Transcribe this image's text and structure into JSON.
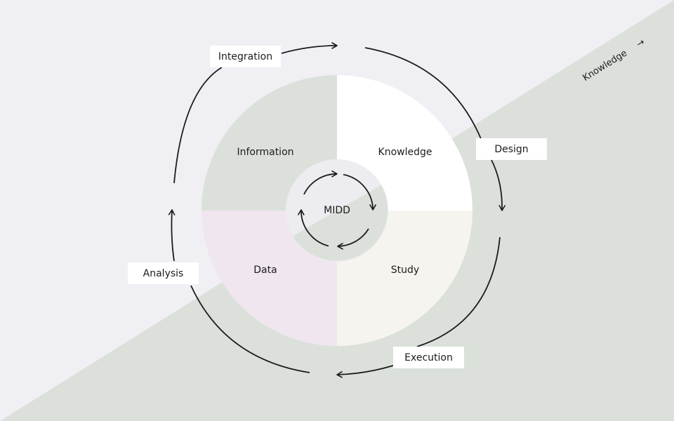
{
  "colors": {
    "background": "#f0eff4",
    "band": "#dbe1da",
    "information": "#dbe1da",
    "knowledge": "#ffffff",
    "study": "#f6f4ef",
    "data": "#f0e6ef",
    "hub_light": "#ececf1",
    "hub_dark": "#dbe1da",
    "stroke": "#1c1c1c"
  },
  "corner": {
    "label": "Knowledge",
    "arrow": "→"
  },
  "center": {
    "label": "MIDD"
  },
  "quadrants": {
    "information": "Information",
    "knowledge": "Knowledge",
    "study": "Study",
    "data": "Data"
  },
  "stages": {
    "integration": "Integration",
    "design": "Design",
    "execution": "Execution",
    "analysis": "Analysis"
  }
}
